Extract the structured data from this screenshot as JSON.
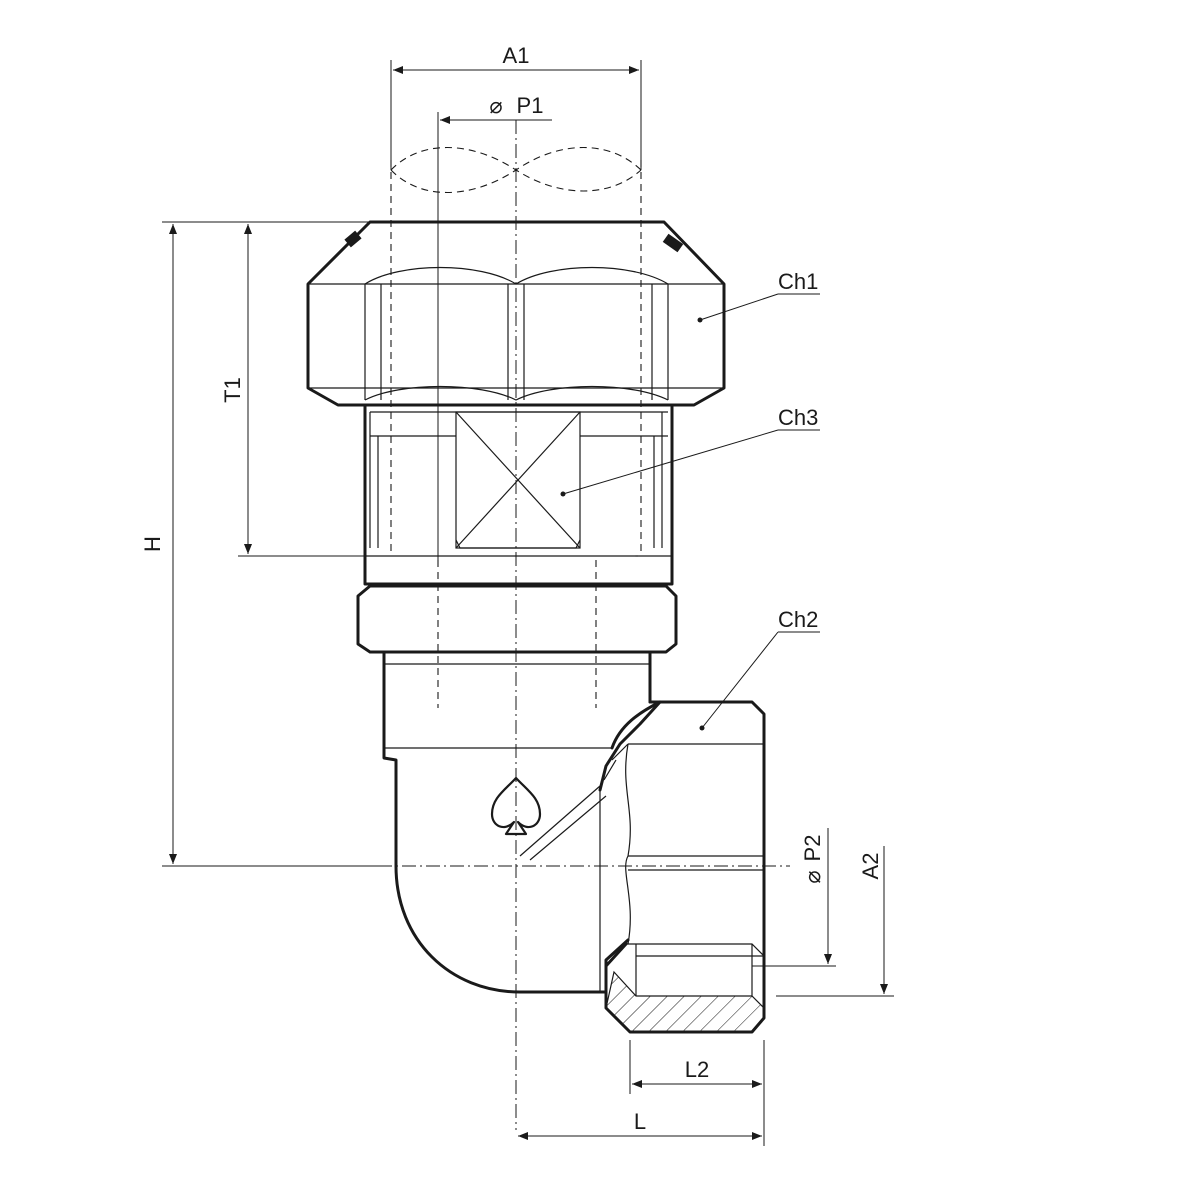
{
  "dimensions": {
    "a1": "A1",
    "p1": "P1",
    "h": "H",
    "t1": "T1",
    "p2": "P2",
    "a2": "A2",
    "l2": "L2",
    "l": "L",
    "diameter_symbol": "⌀"
  },
  "callouts": {
    "ch1": "Ch1",
    "ch2": "Ch2",
    "ch3": "Ch3"
  }
}
